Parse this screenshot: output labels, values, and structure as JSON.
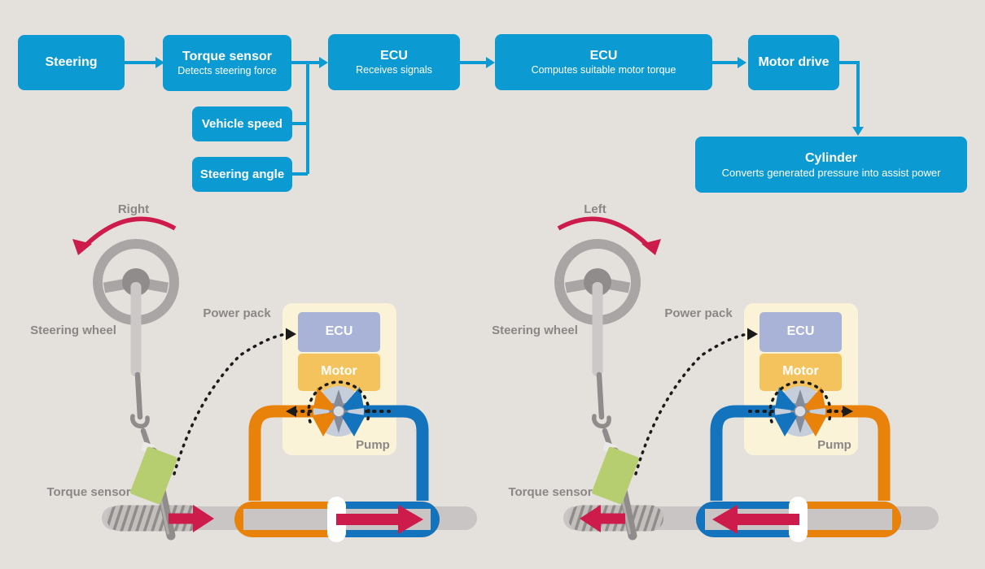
{
  "flowchart": {
    "nodes": [
      {
        "title": "Steering"
      },
      {
        "title": "Torque sensor",
        "subtitle": "Detects steering force"
      },
      {
        "title": "Vehicle speed"
      },
      {
        "title": "Steering angle"
      },
      {
        "title": "ECU",
        "subtitle": "Receives signals"
      },
      {
        "title": "ECU",
        "subtitle": "Computes suitable motor torque"
      },
      {
        "title": "Motor drive"
      },
      {
        "title": "Cylinder",
        "subtitle": "Converts generated pressure into assist power"
      }
    ]
  },
  "diagrams": {
    "left": {
      "turn_label": "Right",
      "steering_wheel_label": "Steering wheel",
      "power_pack_label": "Power pack",
      "ecu_label": "ECU",
      "motor_label": "Motor",
      "pump_label": "Pump",
      "torque_sensor_label": "Torque sensor"
    },
    "right": {
      "turn_label": "Left",
      "steering_wheel_label": "Steering wheel",
      "power_pack_label": "Power pack",
      "ecu_label": "ECU",
      "motor_label": "Motor",
      "pump_label": "Pump",
      "torque_sensor_label": "Torque sensor"
    }
  },
  "colors": {
    "background": "#e4e1dd",
    "box_blue": "#0c9ad2",
    "pipe_orange": "#e8820b",
    "pipe_blue": "#1374bd",
    "arrow_red": "#cd1b4b",
    "sensor_green": "#b6ce6f",
    "panel_cream": "#fbf3d8",
    "ecu_lavender": "#a8b3d7",
    "motor_amber": "#f5c35e",
    "label_gray": "#8a8786"
  }
}
